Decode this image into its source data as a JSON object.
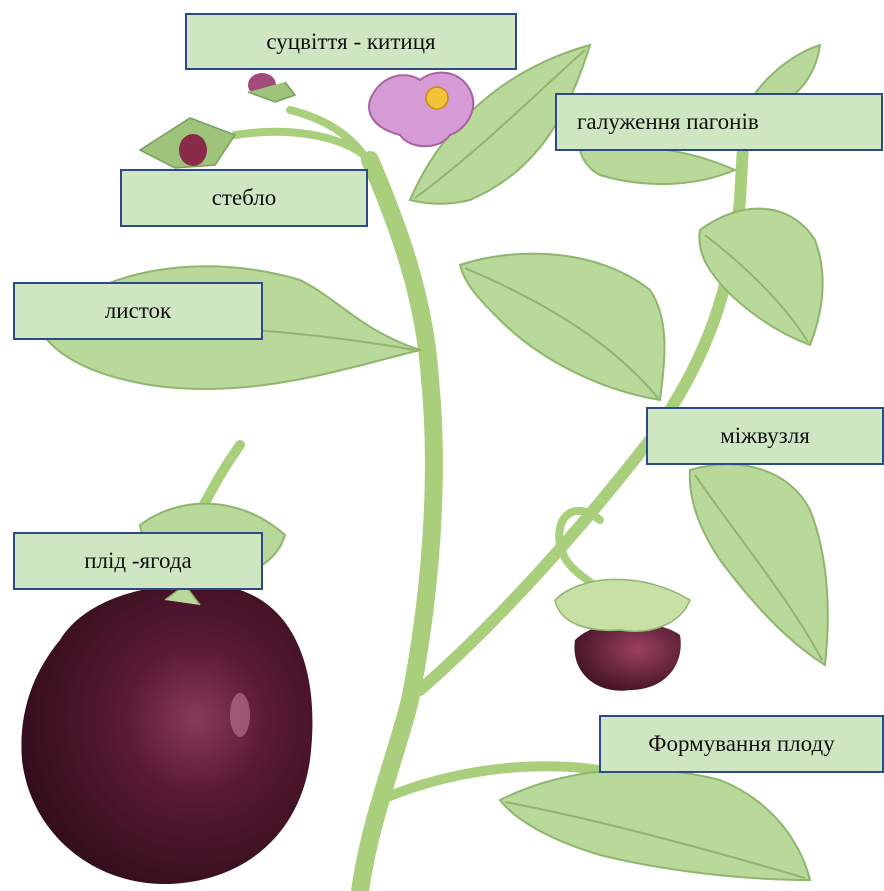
{
  "labels": {
    "inflorescence": "суцвіття - китиця",
    "branching": "галуження пагонів",
    "stem": "стебло",
    "leaf": "листок",
    "internode": "міжвузля",
    "fruit": "плід -ягода",
    "fruit_formation": "Формування плоду"
  },
  "colors": {
    "label_fill": "#cfe6c3",
    "label_border": "#2c4a86",
    "stem": "#b7d889",
    "leaf": "#b9d99b",
    "leaf_vein": "#8fb56e",
    "fruit": "#4a1428",
    "flower": "#d69ad6",
    "flower_center": "#f2c23a"
  }
}
